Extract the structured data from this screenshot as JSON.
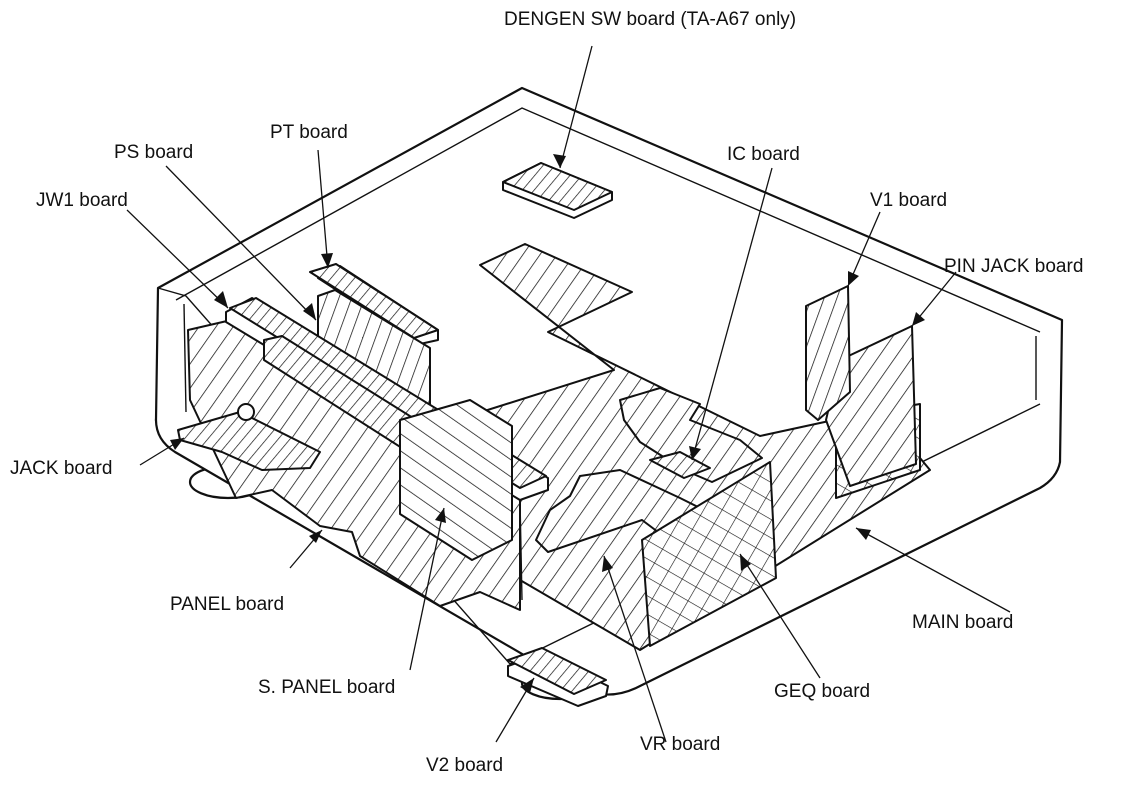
{
  "diagram": {
    "labels": {
      "dengen_sw": "DENGEN SW board (TA-A67 only)",
      "pt": "PT board",
      "ps": "PS board",
      "ic": "IC board",
      "jw1": "JW1 board",
      "v1": "V1 board",
      "pin_jack": "PIN JACK board",
      "jack": "JACK board",
      "panel": "PANEL board",
      "main": "MAIN board",
      "s_panel": "S. PANEL board",
      "geq": "GEQ board",
      "vr": "VR board",
      "v2": "V2 board"
    }
  }
}
